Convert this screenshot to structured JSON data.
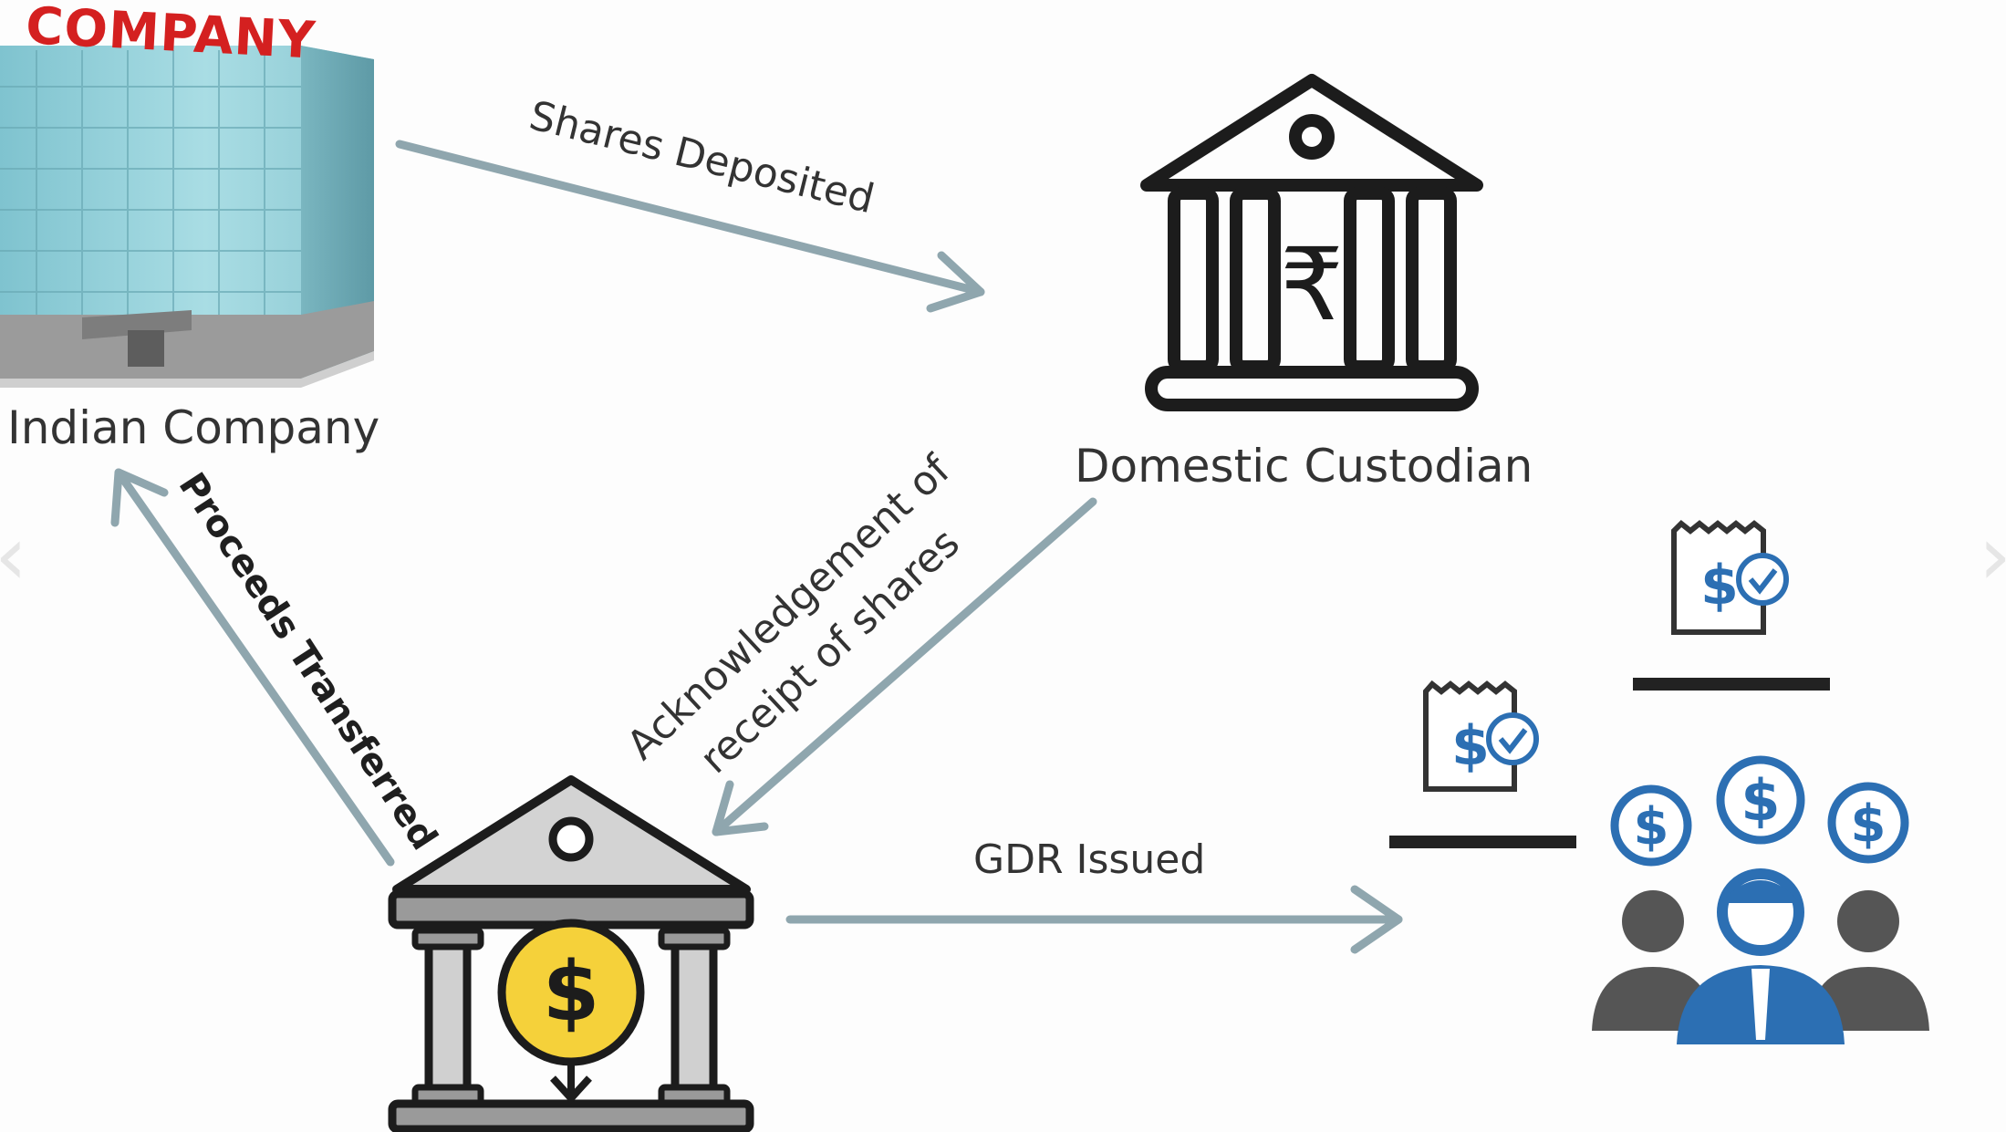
{
  "nodes": {
    "company_sign": "COMPANY",
    "indian_company": "Indian Company",
    "domestic_custodian": "Domestic Custodian"
  },
  "edges": {
    "shares_deposited": "Shares Deposited",
    "ack_line1": "Acknowledgement of",
    "ack_line2": "receipt of shares",
    "proceeds_transferred": "Proceeds Transferred",
    "gdr_issued": "GDR Issued"
  },
  "icons": {
    "custodian": "rupee-bank-icon",
    "depository": "dollar-bank-icon",
    "investors": "investors-group-icon",
    "certificate": "dollar-certificate-icon"
  },
  "colors": {
    "arrow": "#8fa6ae",
    "outline": "#1c1c1c",
    "blue": "#2c6fb3",
    "yellow": "#f5d13a",
    "gray": "#9a9a9a",
    "sign_red": "#d42020"
  }
}
